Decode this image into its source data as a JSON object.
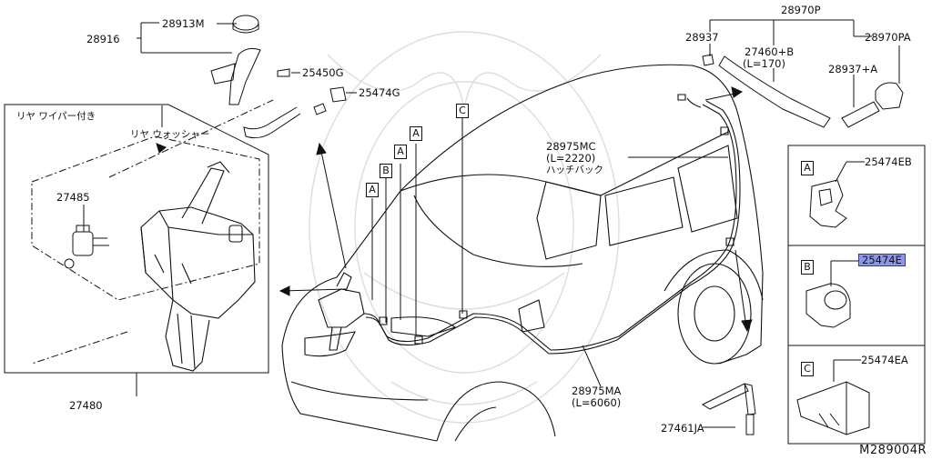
{
  "parts": {
    "p28913M": "28913M",
    "p28916": "28916",
    "p25450G": "25450G",
    "p25474G": "25474G",
    "p27485": "27485",
    "p27480": "27480",
    "p28970P": "28970P",
    "p28937": "28937",
    "p27460B": "27460+B",
    "p27460B_len": "(L=170)",
    "p28970PA": "28970PA",
    "p28937A": "28937+A",
    "p28975MC": "28975MC",
    "p28975MC_len": "(L=2220)",
    "p28975MC_note": "ハッチバック",
    "p28975MA": "28975MA",
    "p28975MA_len": "(L=6060)",
    "p27461JA": "27461JA",
    "p25474EB": "25474EB",
    "p25474E": "25474E",
    "p25474EA": "25474EA"
  },
  "notes": {
    "rear_wiper": "リヤ ワイパー付き",
    "rear_washer": "リヤ ウォッシャー"
  },
  "callout_letters": {
    "a": "A",
    "b": "B",
    "c": "C"
  },
  "highlight_color": "#8e96e8",
  "diagram_code": "M289004R"
}
